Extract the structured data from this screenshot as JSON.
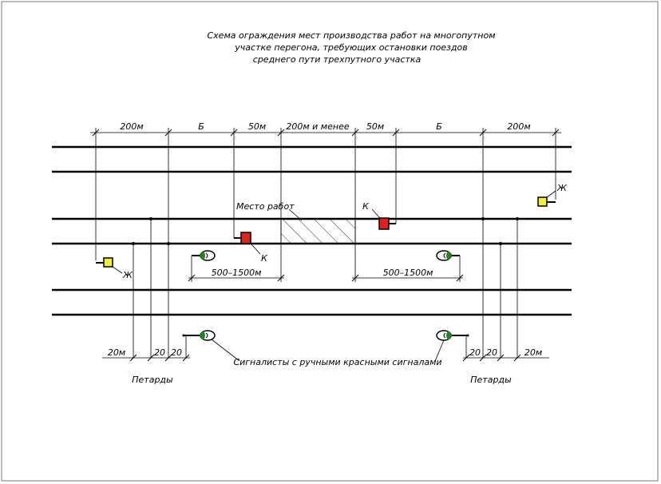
{
  "title": {
    "line1": "Схема ограждения мест производства работ на многопутном",
    "line2": "участке перегона, требующих остановки поездов",
    "line3": "среднего пути трехпутного участка"
  },
  "dimensions_top": [
    "200м",
    "Б",
    "50м",
    "200м и менее",
    "50м",
    "Б",
    "200м"
  ],
  "dimensions_mid": [
    "500–1500м",
    "500–1500м"
  ],
  "dimensions_bottom_left": [
    "20м",
    "20",
    "20"
  ],
  "dimensions_bottom_right": [
    "20",
    "20",
    "20м"
  ],
  "labels": {
    "work_site": "Место работ",
    "signal_k": "К",
    "signal_zh": "Ж",
    "detonators": "Петарды",
    "signalmen": "Сигналисты с ручными красными сигналами"
  },
  "colors": {
    "red_signal": "#e0201a",
    "yellow_signal": "#f2ee3a",
    "signalman": "#1a8a1a",
    "line": "#000000",
    "frame": "#7a7a7a"
  }
}
